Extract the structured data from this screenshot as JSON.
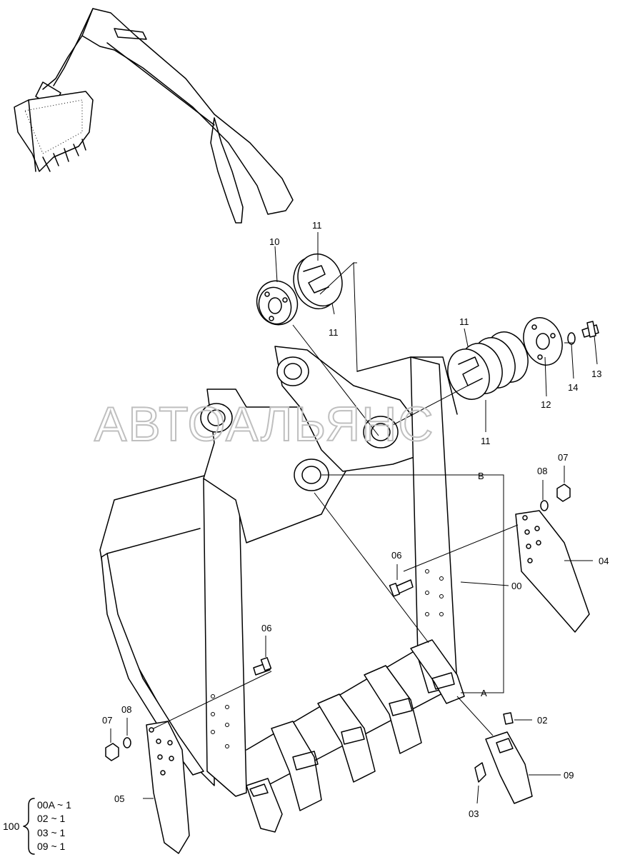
{
  "watermark": "АВТОАЛЬЯНС",
  "labels": {
    "p00": "00",
    "p02": "02",
    "p03": "03",
    "p04": "04",
    "p05": "05",
    "p06a": "06",
    "p06b": "06",
    "p07a": "07",
    "p07b": "07",
    "p08a": "08",
    "p08b": "08",
    "p09": "09",
    "p10": "10",
    "p11a": "11",
    "p11b": "11",
    "p11c": "11",
    "p11d": "11",
    "p12": "12",
    "p13": "13",
    "p14": "14",
    "refA": "A",
    "refB": "B"
  },
  "kit": {
    "number": "100",
    "rows": [
      "00A ~ 1",
      "02 ~ 1",
      "03 ~ 1",
      "09 ~ 1"
    ]
  }
}
